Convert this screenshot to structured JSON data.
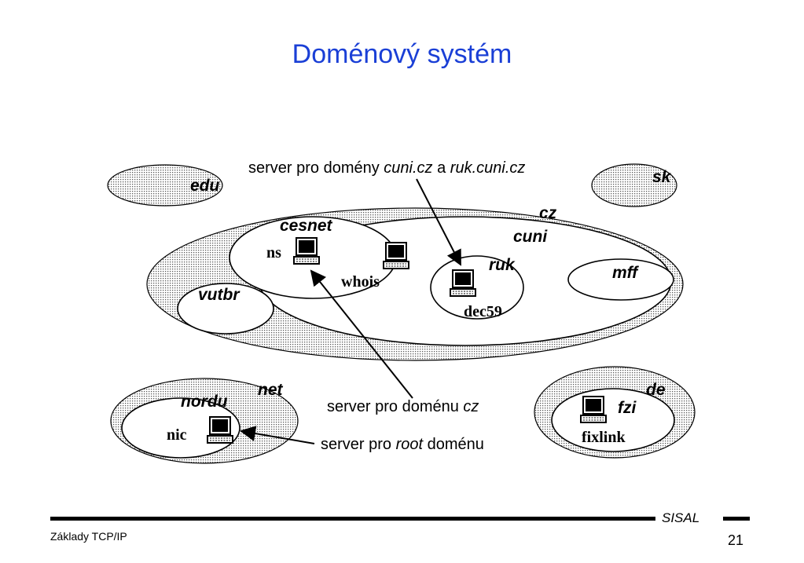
{
  "title": "Doménový systém",
  "domains": {
    "edu": "edu",
    "sk": "sk",
    "cz": "cz",
    "cesnet": "cesnet",
    "cuni": "cuni",
    "ruk": "ruk",
    "mff": "mff",
    "vutbr": "vutbr",
    "net": "net",
    "nordu": "nordu",
    "de": "de",
    "fzi": "fzi"
  },
  "hosts": {
    "ns": "ns",
    "whois": "whois",
    "dec59": "dec59",
    "nic": "nic",
    "fixlink": "fixlink"
  },
  "captions": {
    "top": {
      "pre": "server pro domény ",
      "em1": "cuni.cz",
      "mid": " a ",
      "em2": "ruk.cuni.cz"
    },
    "cz_server": {
      "pre": "server pro doménu ",
      "em": "cz"
    },
    "root_server": {
      "pre": "server pro ",
      "em": "root",
      "post": " doménu"
    }
  },
  "footer": {
    "course": "Základy TCP/IP",
    "org": "SISAL",
    "page": "21"
  },
  "colors": {
    "title": "#1a3fd6",
    "dotted_fill": "#d9d9d9",
    "line": "#000000"
  }
}
